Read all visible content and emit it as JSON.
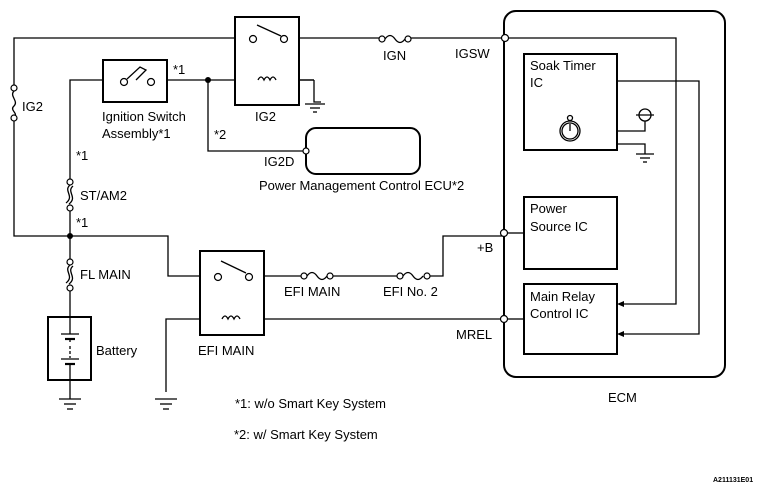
{
  "diagram": {
    "title_code": "A211131E01",
    "fuses": {
      "ig2": "IG2",
      "ign": "IGN",
      "st_am2": "ST/AM2",
      "fl_main": "FL MAIN",
      "efi_main": "EFI MAIN",
      "efi_no2": "EFI No. 2"
    },
    "relays": {
      "ig2": "IG2",
      "efi_main": "EFI MAIN"
    },
    "ignition_switch": {
      "line1": "Ignition Switch",
      "line2": "Assembly*1"
    },
    "battery": "Battery",
    "pm_ecu": {
      "label": "Power Management Control ECU*2",
      "terminal": "IG2D"
    },
    "ecm": {
      "label": "ECM",
      "terminals": {
        "igsw": "IGSW",
        "plus_b": "+B",
        "mrel": "MREL"
      },
      "blocks": {
        "soak_timer_1": "Soak Timer",
        "soak_timer_2": "IC",
        "power_source_1": "Power",
        "power_source_2": "Source IC",
        "main_relay_1": "Main Relay",
        "main_relay_2": "Control IC"
      }
    },
    "marks": {
      "m1": "*1",
      "m2": "*2"
    },
    "notes": {
      "note1": "*1: w/o Smart Key System",
      "note2": "*2: w/ Smart Key System"
    }
  }
}
